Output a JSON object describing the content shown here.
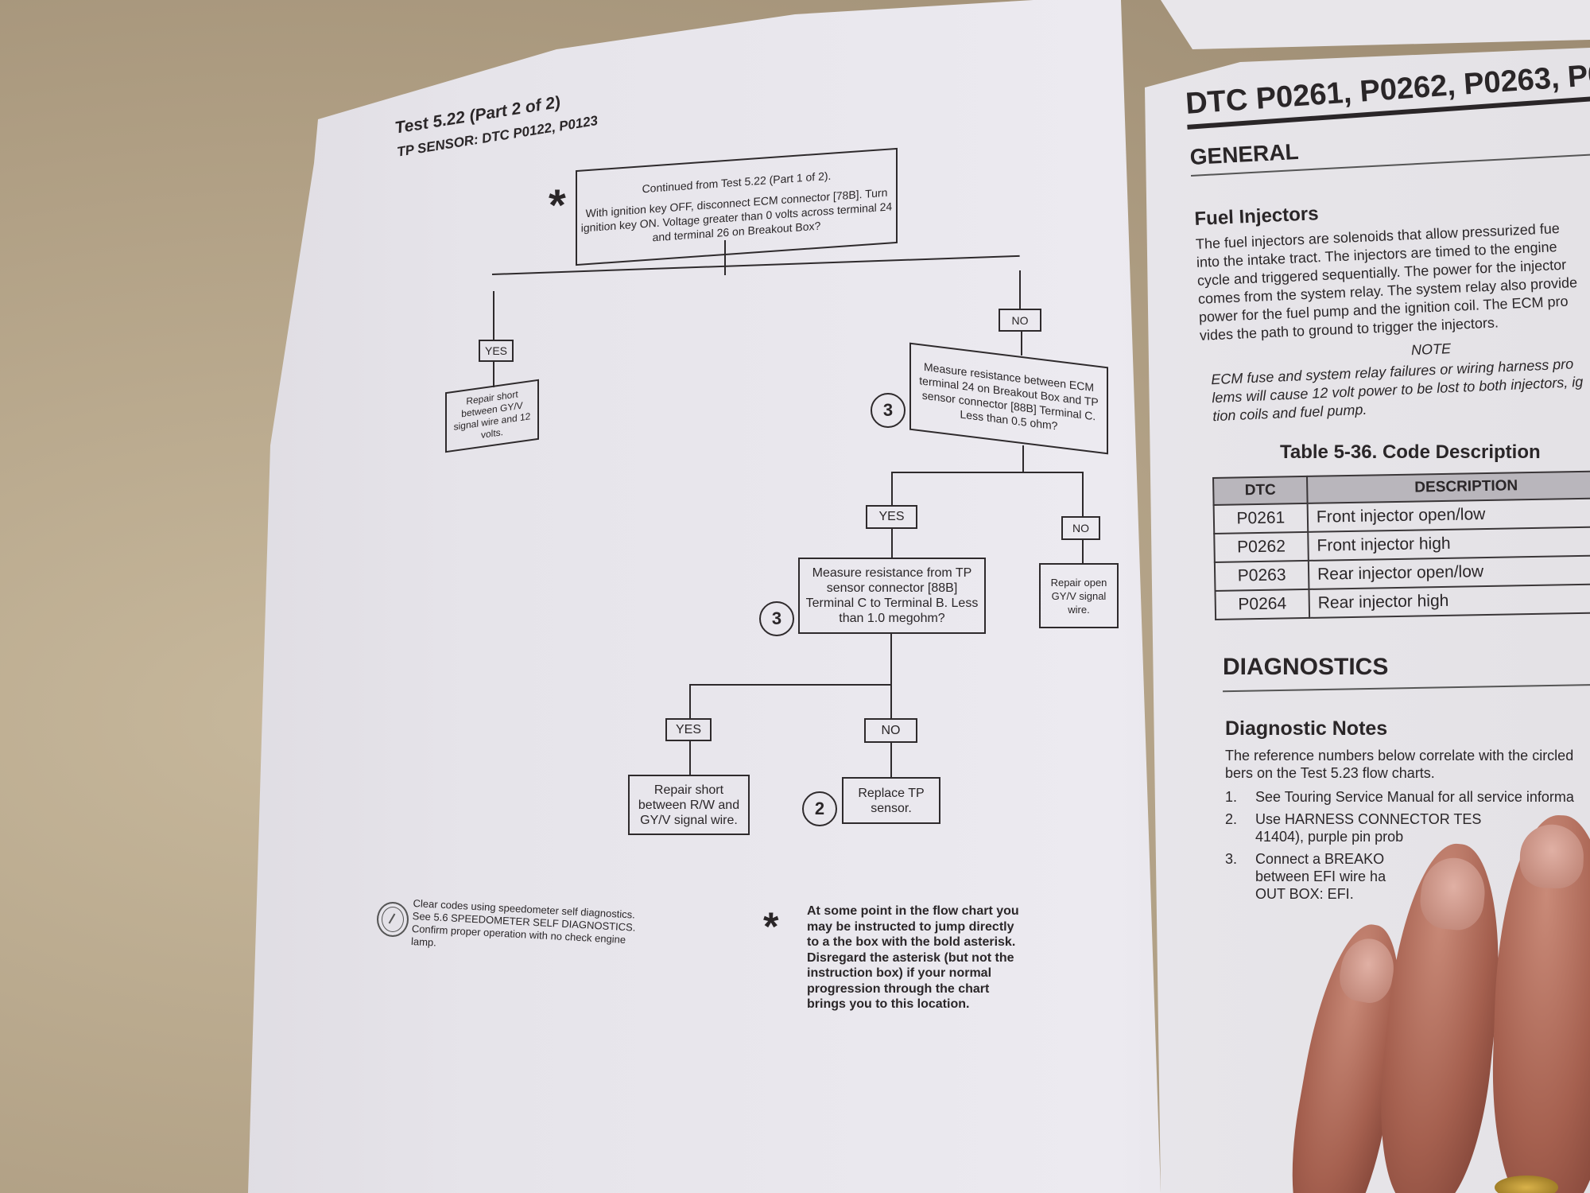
{
  "left_page": {
    "test_title": "Test 5.22 (Part 2 of 2)",
    "test_subtitle": "TP SENSOR: DTC P0122, P0123",
    "flowchart": {
      "start_box": {
        "line1": "Continued from Test 5.22 (Part 1 of 2).",
        "line2": "With ignition key OFF, disconnect ECM connector [78B]. Turn ignition key ON. Voltage greater than 0 volts across terminal 24 and terminal 26 on Breakout Box?"
      },
      "asterisk": "*",
      "yes1": "YES",
      "no1": "NO",
      "repair_short_gyv": "Repair short between GY/V signal wire and 12 volts.",
      "measure_ecm_box": "Measure resistance between ECM terminal 24 on Breakout Box and TP sensor connector [88B] Terminal C. Less than 0.5 ohm?",
      "ref_3a": "3",
      "yes2": "YES",
      "no2": "NO",
      "repair_open": "Repair open GY/V signal wire.",
      "measure_tp_box": "Measure resistance from TP sensor connector [88B] Terminal C to Terminal B. Less than 1.0 megohm?",
      "ref_3b": "3",
      "yes3": "YES",
      "no3": "NO",
      "repair_short_rw": "Repair short between R/W and GY/V signal wire.",
      "replace_tp": "Replace TP sensor.",
      "ref_2": "2"
    },
    "footer_left": "Clear codes using speedometer self diagnostics. See 5.6 SPEEDOMETER SELF DIAGNOSTICS. Confirm proper operation with no check engine lamp.",
    "footer_asterisk": "*",
    "footer_right": "At some point in the flow chart you may be instructed to jump directly to a the box with the bold asterisk. Disregard the asterisk (but not the instruction box) if your normal progression through the chart brings you to this location."
  },
  "right_page": {
    "title": "DTC P0261, P0262, P0263, P0",
    "general_heading": "GENERAL",
    "fuel_heading": "Fuel Injectors",
    "fuel_lines": [
      "The fuel injectors are solenoids that allow pressurized fue",
      "into the intake tract. The injectors are timed to the engine",
      "cycle and triggered sequentially. The power for the injector",
      "comes from the system relay. The system relay also provide",
      "power for the fuel pump and the ignition coil. The ECM pro",
      "vides the path to ground to trigger the injectors."
    ],
    "note_label": "NOTE",
    "note_lines": [
      "ECM fuse and system relay failures or wiring harness pro",
      "lems will cause 12 volt power to be lost to both injectors, ig",
      "tion coils and fuel pump."
    ],
    "table_title": "Table 5-36. Code Description",
    "table": {
      "headers": [
        "DTC",
        "DESCRIPTION"
      ],
      "rows": [
        [
          "P0261",
          "Front injector open/low"
        ],
        [
          "P0262",
          "Front injector high"
        ],
        [
          "P0263",
          "Rear injector open/low"
        ],
        [
          "P0264",
          "Rear injector high"
        ]
      ]
    },
    "diagnostics_heading": "DIAGNOSTICS",
    "notes_heading": "Diagnostic Notes",
    "notes_intro": [
      "The reference numbers below correlate with the circled",
      "bers on the Test 5.23 flow charts."
    ],
    "list": [
      {
        "num": "1.",
        "lines": [
          "See Touring Service Manual for all service informa"
        ]
      },
      {
        "num": "2.",
        "lines": [
          "Use HARNESS CONNECTOR TES",
          "41404), purple pin prob"
        ]
      },
      {
        "num": "3.",
        "lines": [
          "Connect a BREAKO",
          "between EFI wire ha",
          "OUT BOX: EFI."
        ]
      }
    ]
  }
}
